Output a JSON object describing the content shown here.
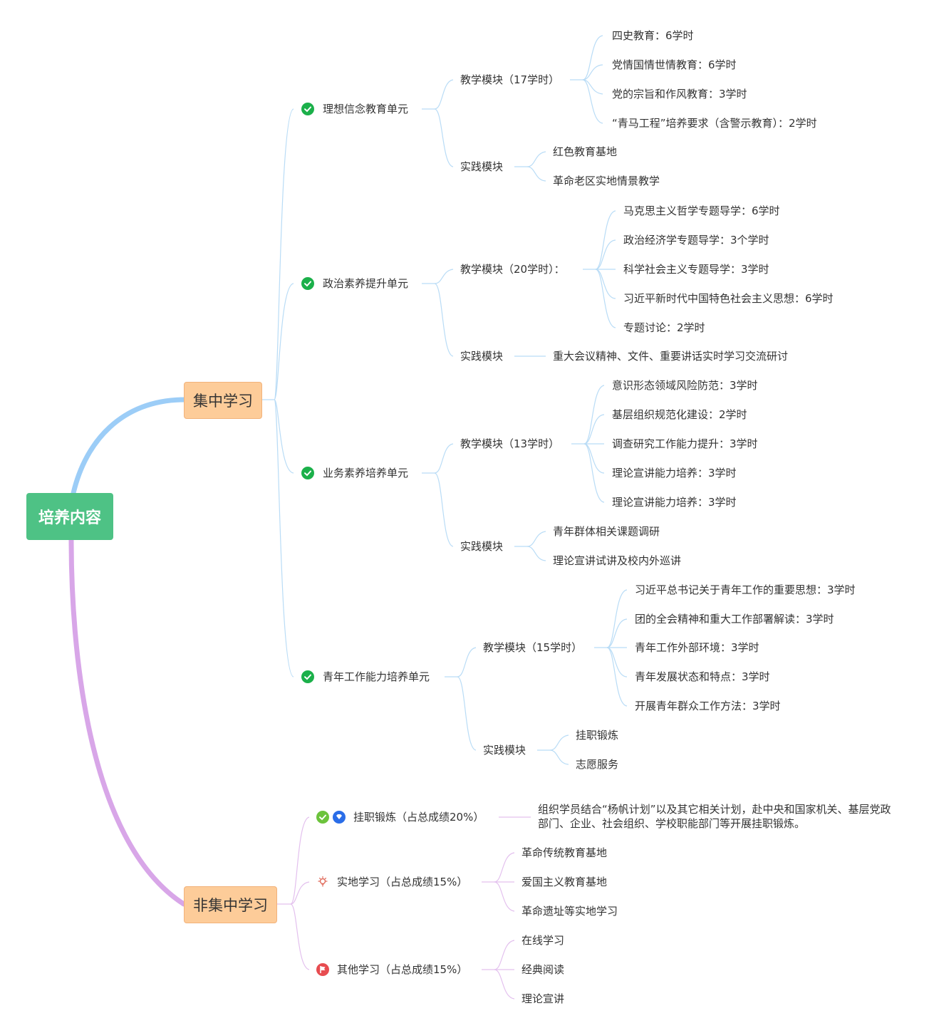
{
  "root": {
    "label": "培养内容",
    "color": "#4ec285"
  },
  "colors": {
    "branch_top": "#9ccdf7",
    "branch_bottom": "#d8a6e8",
    "topic_bg": "#fdcc99"
  },
  "concentrated": {
    "label": "集中学习",
    "units": [
      {
        "label": "理想信念教育单元",
        "teaching": {
          "label": "教学模块（17学时）",
          "items": [
            "四史教育：6学时",
            "党情国情世情教育：6学时",
            "党的宗旨和作风教育：3学时",
            "“青马工程”培养要求（含警示教育）：2学时"
          ]
        },
        "practice": {
          "label": "实践模块",
          "items": [
            "红色教育基地",
            "革命老区实地情景教学"
          ]
        }
      },
      {
        "label": "政治素养提升单元",
        "teaching": {
          "label": "教学模块（20学时）：",
          "items": [
            "马克思主义哲学专题导学：6学时",
            "政治经济学专题导学：3个学时",
            "科学社会主义专题导学：3学时",
            "习近平新时代中国特色社会主义思想：6学时",
            "专题讨论：2学时"
          ]
        },
        "practice": {
          "label": "实践模块",
          "items": [
            "重大会议精神、文件、重要讲话实时学习交流研讨"
          ]
        }
      },
      {
        "label": "业务素养培养单元",
        "teaching": {
          "label": "教学模块（13学时）",
          "items": [
            "意识形态领域风险防范：3学时",
            "基层组织规范化建设：2学时",
            "调查研究工作能力提升：3学时",
            "理论宣讲能力培养：3学时",
            "理论宣讲能力培养：3学时"
          ]
        },
        "practice": {
          "label": "实践模块",
          "items": [
            "青年群体相关课题调研",
            "理论宣讲试讲及校内外巡讲"
          ]
        }
      },
      {
        "label": "青年工作能力培养单元",
        "teaching": {
          "label": "教学模块（15学时）",
          "items": [
            "习近平总书记关于青年工作的重要思想：3学时",
            "团的全会精神和重大工作部署解读：3学时",
            "青年工作外部环境：3学时",
            "青年发展状态和特点：3学时",
            "开展青年群众工作方法：3学时"
          ]
        },
        "practice": {
          "label": "实践模块",
          "items": [
            "挂职锻炼",
            "志愿服务"
          ]
        }
      }
    ]
  },
  "non_concentrated": {
    "label": "非集中学习",
    "items": [
      {
        "label": "挂职锻炼（占总成绩20%）",
        "icons": [
          "check-icon",
          "diamond-icon"
        ],
        "detail": "组织学员结合“杨帆计划”以及其它相关计划，赴中央和国家机关、基层党政部门、企业、社会组织、学校职能部门等开展挂职锻炼。"
      },
      {
        "label": "实地学习（占总成绩15%）",
        "icons": [
          "bulb-icon"
        ],
        "children": [
          "革命传统教育基地",
          "爱国主义教育基地",
          "革命遗址等实地学习"
        ]
      },
      {
        "label": "其他学习（占总成绩15%）",
        "icons": [
          "flag-icon"
        ],
        "children": [
          "在线学习",
          "经典阅读",
          "理论宣讲"
        ]
      }
    ]
  }
}
